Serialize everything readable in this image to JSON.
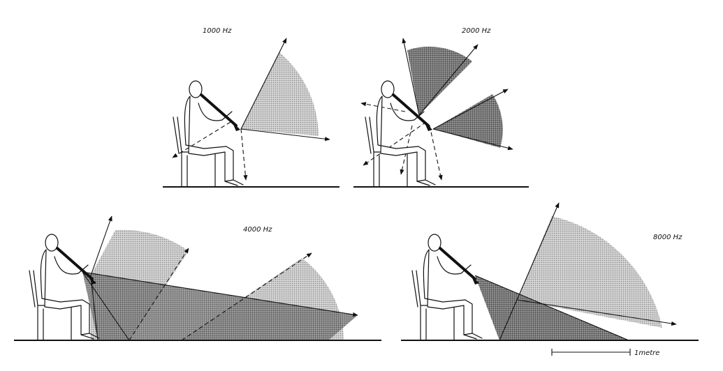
{
  "panels": {
    "p1000": {
      "label": "1000 Hz"
    },
    "p2000": {
      "label": "2000 Hz"
    },
    "p4000": {
      "label": "4000 Hz"
    },
    "p8000": {
      "label": "8000 Hz"
    }
  },
  "scale": {
    "label": "1metre"
  },
  "colors": {
    "ink": "#111111",
    "light_stipple": "#bdbdbd",
    "dark_stipple": "#8a8a8a"
  }
}
